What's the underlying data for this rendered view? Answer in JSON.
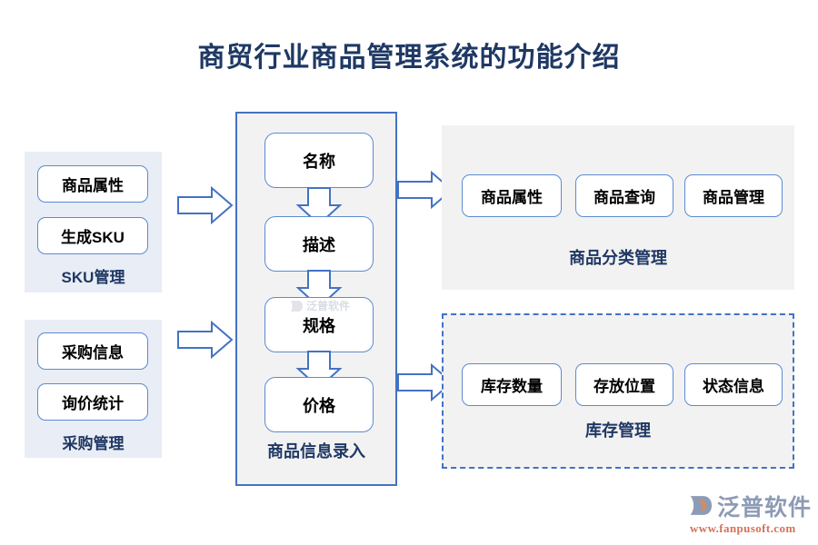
{
  "title": "商贸行业商品管理系统的功能介绍",
  "colors": {
    "title": "#1F3864",
    "box_border": "#5B8BD0",
    "container_border": "#4472C4",
    "panel_blue_fill": "#E9EDF5",
    "panel_gray_fill": "#F2F2F2",
    "arrow_stroke": "#4472C4",
    "logo_text": "#8D9BB5",
    "logo_url": "#D4705A"
  },
  "groups": {
    "sku": {
      "label": "SKU管理",
      "items": [
        {
          "label": "商品属性"
        },
        {
          "label": "生成SKU"
        }
      ]
    },
    "purchase": {
      "label": "采购管理",
      "items": [
        {
          "label": "采购信息"
        },
        {
          "label": "询价统计"
        }
      ]
    },
    "entry": {
      "label": "商品信息录入",
      "items": [
        {
          "label": "名称"
        },
        {
          "label": "描述"
        },
        {
          "label": "规格"
        },
        {
          "label": "价格"
        }
      ]
    },
    "category": {
      "label": "商品分类管理",
      "items": [
        {
          "label": "商品属性"
        },
        {
          "label": "商品查询"
        },
        {
          "label": "商品管理"
        }
      ]
    },
    "stock": {
      "label": "库存管理",
      "items": [
        {
          "label": "库存数量"
        },
        {
          "label": "存放位置"
        },
        {
          "label": "状态信息"
        }
      ]
    }
  },
  "arrows": {
    "sku_to_entry": "arrow-right-icon",
    "purchase_to_entry": "arrow-right-icon",
    "entry_to_category": "arrow-right-icon",
    "entry_to_stock": "arrow-right-icon",
    "name_to_desc": "arrow-down-icon",
    "desc_to_spec": "arrow-down-icon",
    "spec_to_price": "arrow-down-icon"
  },
  "watermark": {
    "text": "泛普软件"
  },
  "logo": {
    "name": "泛普软件",
    "url": "www.fanpusoft.com"
  }
}
